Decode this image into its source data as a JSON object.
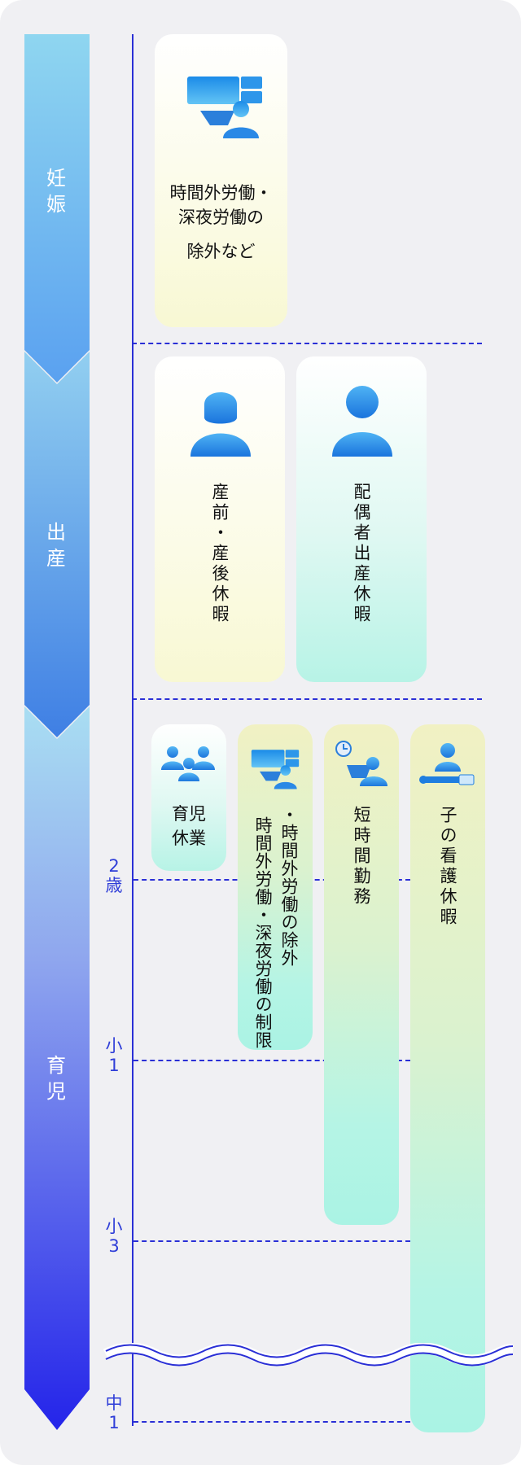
{
  "stages": {
    "pregnancy": "妊\n娠",
    "birth": "出\n産",
    "childcare": "育\n児"
  },
  "ages": {
    "age2": "2\n歳",
    "elem1": "小\n1",
    "elem3": "小\n3",
    "middle1": "中\n1"
  },
  "cards": {
    "pregnancy_overtime_line1": "時間外労働・\n深夜労働の",
    "pregnancy_overtime_line2": "除外など",
    "maternity_leave": "産前・産後休暇",
    "spouse_leave": "配偶者出産休暇",
    "childcare_leave": "育児\n休業",
    "overtime_restriction_col1": "・時間外労働の除外",
    "overtime_restriction_col2": "時間外労働・深夜労働の制限",
    "short_hours": "短時間勤務",
    "sick_child_leave": "子の看護休暇"
  },
  "colors": {
    "axis": "#2a2fd6",
    "arrow_top": "#8fd6f0",
    "arrow_bottom": "#2424ea",
    "card_yellow": "#f8f8d3",
    "card_teal": "#aaf3e4"
  }
}
